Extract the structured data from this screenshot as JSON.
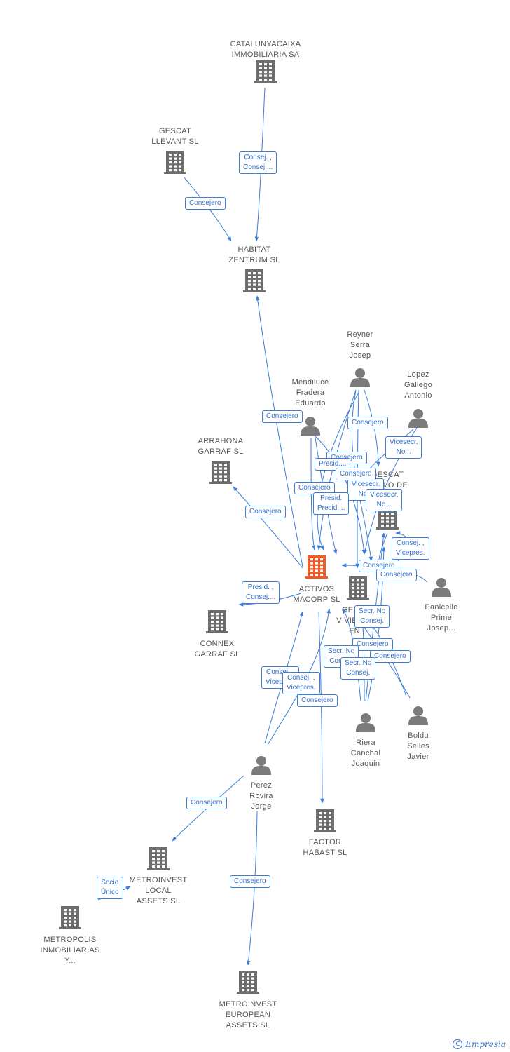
{
  "colors": {
    "edge": "#3b7dd8",
    "company": "#6d6d6d",
    "focus": "#f05a28",
    "person": "#7b7b7b",
    "label": "#555555"
  },
  "nodes": [
    {
      "id": "catalunyacaixa",
      "type": "company",
      "name": "CATALUNYACAIXA\nIMMOBILIARIA SA"
    },
    {
      "id": "gescat_llevant",
      "type": "company",
      "name": "GESCAT\nLLEVANT  SL"
    },
    {
      "id": "habitat",
      "type": "company",
      "name": "HABITAT\nZENTRUM SL"
    },
    {
      "id": "reyner",
      "type": "person",
      "name": "Reyner\nSerra\nJosep"
    },
    {
      "id": "lopez",
      "type": "person",
      "name": "Lopez\nGallego\nAntonio"
    },
    {
      "id": "mendiluce",
      "type": "person",
      "name": "Mendiluce\nFradera\nEduardo"
    },
    {
      "id": "arrahona",
      "type": "company",
      "name": "ARRAHONA\nGARRAF  SL"
    },
    {
      "id": "gescat_suelo",
      "type": "company",
      "name": "GESCAT\nSUELO DE\n..."
    },
    {
      "id": "activos",
      "type": "focus",
      "name": "ACTIVOS\nMACORP SL"
    },
    {
      "id": "gescat_viv",
      "type": "company",
      "name": "GESCAT\nVIVIENDAS\nEN..."
    },
    {
      "id": "panicello",
      "type": "person",
      "name": "Panicello\nPrime\nJosep..."
    },
    {
      "id": "connex",
      "type": "company",
      "name": "CONNEX\nGARRAF SL"
    },
    {
      "id": "riera",
      "type": "person",
      "name": "Riera\nCanchal\nJoaquin"
    },
    {
      "id": "boldu",
      "type": "person",
      "name": "Boldu\nSelles\nJavier"
    },
    {
      "id": "perez",
      "type": "person",
      "name": "Perez\nRovira\nJorge"
    },
    {
      "id": "factor",
      "type": "company",
      "name": "FACTOR\nHABAST SL"
    },
    {
      "id": "metro_local",
      "type": "company",
      "name": "METROINVEST\nLOCAL\nASSETS SL"
    },
    {
      "id": "metropolis",
      "type": "company",
      "name": "METROPOLIS\nINMOBILIARIAS\nY..."
    },
    {
      "id": "metro_european",
      "type": "company",
      "name": "METROINVEST\nEUROPEAN\nASSETS SL"
    }
  ],
  "edge_labels": [
    {
      "text": "Consej. ,\nConsej...."
    },
    {
      "text": "Consejero"
    },
    {
      "text": "Consejero"
    },
    {
      "text": "Consejero"
    },
    {
      "text": "Presid. ,\nConsej...."
    },
    {
      "text": "Consejero"
    },
    {
      "text": "Consejero"
    },
    {
      "text": "Vicesecr.\nNo..."
    },
    {
      "text": "Presid...."
    },
    {
      "text": "Vicesecr.\nNo..."
    },
    {
      "text": "Presid.\nPresid...."
    },
    {
      "text": "Vicesecr.\nNo..."
    },
    {
      "text": "Consejero"
    },
    {
      "text": "Consej. ,\nVicepres."
    },
    {
      "text": "Consejero"
    },
    {
      "text": "Consejero"
    },
    {
      "text": "Consejero"
    },
    {
      "text": "Secr.  No\nConsej."
    },
    {
      "text": "Consejero"
    },
    {
      "text": "Secr.  No\nConsej."
    },
    {
      "text": "Consejero"
    },
    {
      "text": "Secr.  No\nConsej."
    },
    {
      "text": "Consej. ,\nVicepres."
    },
    {
      "text": "Consej. ,\nVicepres."
    },
    {
      "text": "Consejero"
    },
    {
      "text": "Consejero"
    },
    {
      "text": "Socio\nÚnico"
    },
    {
      "text": "Consejero"
    }
  ],
  "brand": {
    "symbol": "C",
    "name": "Empresia"
  }
}
